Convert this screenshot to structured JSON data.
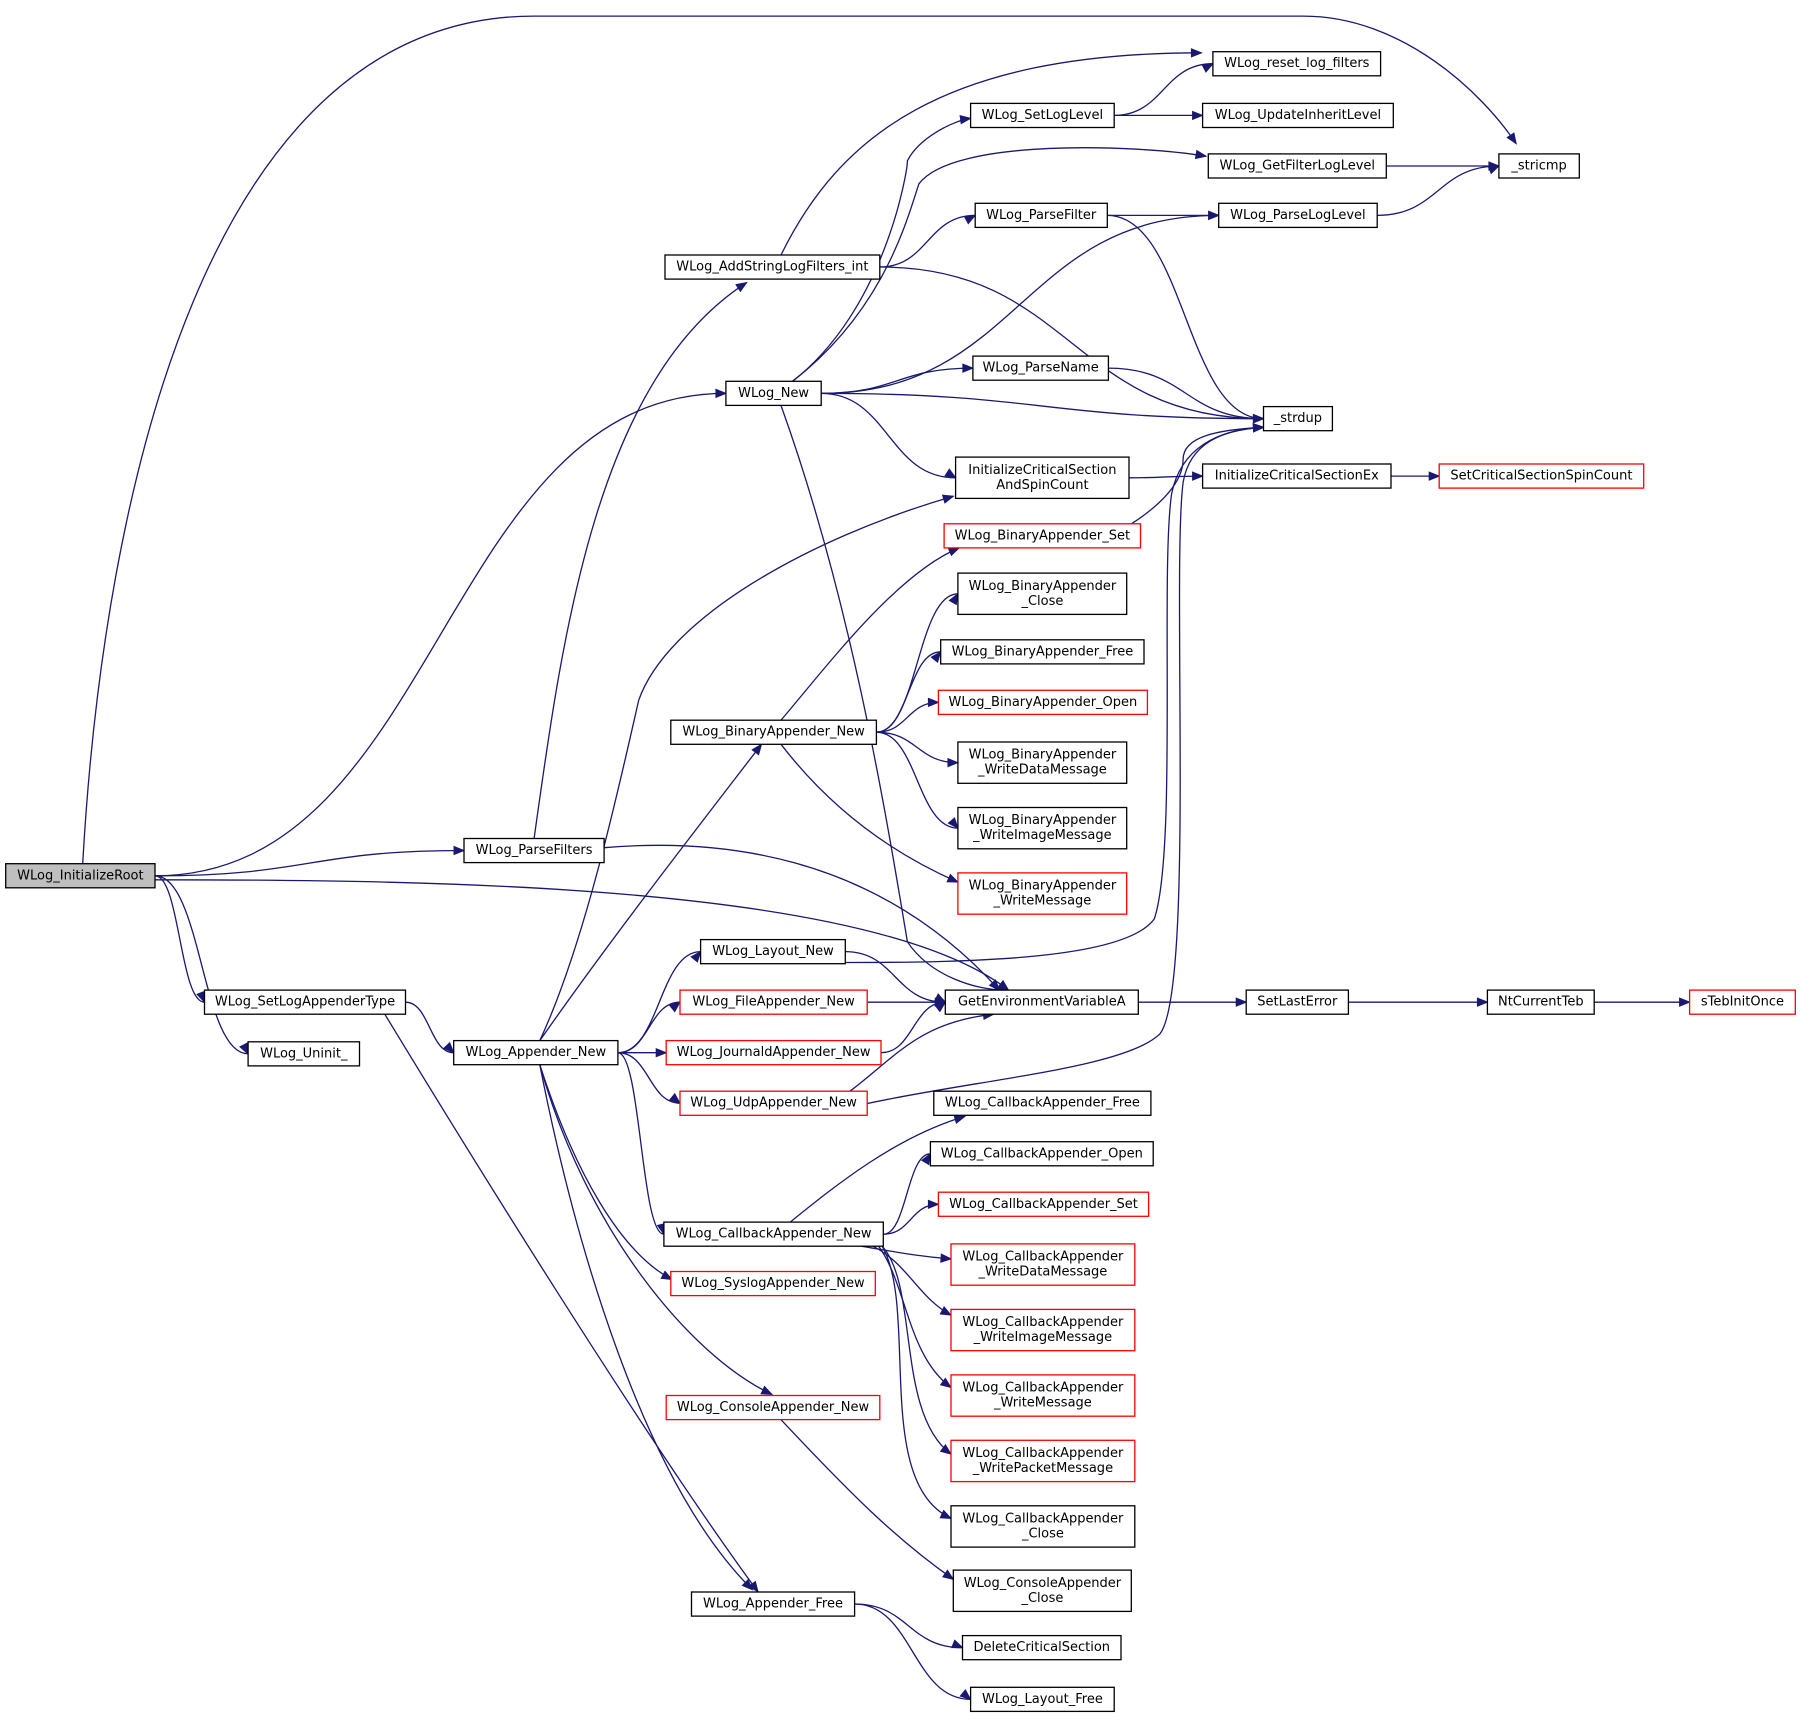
{
  "graph": {
    "style": {
      "edge_color": "#191970",
      "node_border": "#000000",
      "truncated_border": "#ff0000",
      "root_fill": "#bfbfbf"
    },
    "nodes": {
      "root": {
        "label": [
          "WLog_InitializeRoot"
        ],
        "variant": "root"
      },
      "stricmp": {
        "label": [
          "_stricmp"
        ]
      },
      "new": {
        "label": [
          "WLog_New"
        ]
      },
      "parsefilters": {
        "label": [
          "WLog_ParseFilters"
        ]
      },
      "getenv": {
        "label": [
          "GetEnvironmentVariableA"
        ]
      },
      "setlogappendertype": {
        "label": [
          "WLog_SetLogAppenderType"
        ]
      },
      "uninit": {
        "label": [
          "WLog_Uninit_"
        ]
      },
      "addstring": {
        "label": [
          "WLog_AddStringLogFilters_int"
        ]
      },
      "resetfilters": {
        "label": [
          "WLog_reset_log_filters"
        ]
      },
      "parsefilter": {
        "label": [
          "WLog_ParseFilter"
        ]
      },
      "strdup": {
        "label": [
          "_strdup"
        ]
      },
      "setloglevel": {
        "label": [
          "WLog_SetLogLevel"
        ]
      },
      "getfilterloglevel": {
        "label": [
          "WLog_GetFilterLogLevel"
        ]
      },
      "parseloglevel": {
        "label": [
          "WLog_ParseLogLevel"
        ]
      },
      "parsename": {
        "label": [
          "WLog_ParseName"
        ]
      },
      "initcsspin": {
        "label": [
          "InitializeCriticalSection",
          "AndSpinCount"
        ]
      },
      "updateinherit": {
        "label": [
          "WLog_UpdateInheritLevel"
        ]
      },
      "initcsex": {
        "label": [
          "InitializeCriticalSectionEx"
        ]
      },
      "setcsspin": {
        "label": [
          "SetCriticalSectionSpinCount"
        ],
        "variant": "truncated"
      },
      "appendernew": {
        "label": [
          "WLog_Appender_New"
        ]
      },
      "appenderfree": {
        "label": [
          "WLog_Appender_Free"
        ]
      },
      "binnew": {
        "label": [
          "WLog_BinaryAppender_New"
        ]
      },
      "callbacknew": {
        "label": [
          "WLog_CallbackAppender_New"
        ]
      },
      "consolenew": {
        "label": [
          "WLog_ConsoleAppender_New"
        ],
        "variant": "truncated"
      },
      "filenew": {
        "label": [
          "WLog_FileAppender_New"
        ],
        "variant": "truncated"
      },
      "journaldnew": {
        "label": [
          "WLog_JournaldAppender_New"
        ],
        "variant": "truncated"
      },
      "layoutnew": {
        "label": [
          "WLog_Layout_New"
        ]
      },
      "syslognew": {
        "label": [
          "WLog_SyslogAppender_New"
        ],
        "variant": "truncated"
      },
      "udpnew": {
        "label": [
          "WLog_UdpAppender_New"
        ],
        "variant": "truncated"
      },
      "deletecs": {
        "label": [
          "DeleteCriticalSection"
        ]
      },
      "layoutfree": {
        "label": [
          "WLog_Layout_Free"
        ]
      },
      "binset": {
        "label": [
          "WLog_BinaryAppender_Set"
        ],
        "variant": "truncated"
      },
      "binclose": {
        "label": [
          "WLog_BinaryAppender",
          "_Close"
        ]
      },
      "binfree": {
        "label": [
          "WLog_BinaryAppender_Free"
        ]
      },
      "binopen": {
        "label": [
          "WLog_BinaryAppender_Open"
        ],
        "variant": "truncated"
      },
      "binwritedata": {
        "label": [
          "WLog_BinaryAppender",
          "_WriteDataMessage"
        ]
      },
      "binwriteimage": {
        "label": [
          "WLog_BinaryAppender",
          "_WriteImageMessage"
        ]
      },
      "binwritemsg": {
        "label": [
          "WLog_BinaryAppender",
          "_WriteMessage"
        ],
        "variant": "truncated"
      },
      "cbfree": {
        "label": [
          "WLog_CallbackAppender_Free"
        ]
      },
      "cbopen": {
        "label": [
          "WLog_CallbackAppender_Open"
        ]
      },
      "cbset": {
        "label": [
          "WLog_CallbackAppender_Set"
        ],
        "variant": "truncated"
      },
      "cbwritedata": {
        "label": [
          "WLog_CallbackAppender",
          "_WriteDataMessage"
        ],
        "variant": "truncated"
      },
      "cbwriteimage": {
        "label": [
          "WLog_CallbackAppender",
          "_WriteImageMessage"
        ],
        "variant": "truncated"
      },
      "cbwritemsg": {
        "label": [
          "WLog_CallbackAppender",
          "_WriteMessage"
        ],
        "variant": "truncated"
      },
      "cbwritepacket": {
        "label": [
          "WLog_CallbackAppender",
          "_WritePacketMessage"
        ],
        "variant": "truncated"
      },
      "cbclose": {
        "label": [
          "WLog_CallbackAppender",
          "_Close"
        ]
      },
      "consoleclose": {
        "label": [
          "WLog_ConsoleAppender",
          "_Close"
        ]
      },
      "setlasterror": {
        "label": [
          "SetLastError"
        ]
      },
      "ntcurrentteb": {
        "label": [
          "NtCurrentTeb"
        ]
      },
      "stebinit": {
        "label": [
          "sTebInitOnce"
        ],
        "variant": "truncated"
      }
    },
    "edges": [
      {
        "from": "root",
        "to": "stricmp"
      },
      {
        "from": "root",
        "to": "new"
      },
      {
        "from": "root",
        "to": "parsefilters"
      },
      {
        "from": "root",
        "to": "getenv"
      },
      {
        "from": "root",
        "to": "setlogappendertype"
      },
      {
        "from": "root",
        "to": "uninit"
      },
      {
        "from": "new",
        "to": "setloglevel"
      },
      {
        "from": "new",
        "to": "getfilterloglevel"
      },
      {
        "from": "new",
        "to": "parseloglevel"
      },
      {
        "from": "new",
        "to": "parsename"
      },
      {
        "from": "new",
        "to": "strdup"
      },
      {
        "from": "new",
        "to": "initcsspin"
      },
      {
        "from": "new",
        "to": "getenv"
      },
      {
        "from": "setloglevel",
        "to": "resetfilters"
      },
      {
        "from": "setloglevel",
        "to": "updateinherit"
      },
      {
        "from": "getfilterloglevel",
        "to": "stricmp"
      },
      {
        "from": "parseloglevel",
        "to": "stricmp"
      },
      {
        "from": "parsefilter",
        "to": "parseloglevel"
      },
      {
        "from": "parsefilter",
        "to": "strdup"
      },
      {
        "from": "parsename",
        "to": "strdup"
      },
      {
        "from": "addstring",
        "to": "resetfilters"
      },
      {
        "from": "addstring",
        "to": "parsefilter"
      },
      {
        "from": "addstring",
        "to": "strdup"
      },
      {
        "from": "parsefilters",
        "to": "addstring"
      },
      {
        "from": "parsefilters",
        "to": "getenv"
      },
      {
        "from": "initcsspin",
        "to": "initcsex"
      },
      {
        "from": "initcsex",
        "to": "setcsspin"
      },
      {
        "from": "setlogappendertype",
        "to": "appendernew"
      },
      {
        "from": "setlogappendertype",
        "to": "appenderfree"
      },
      {
        "from": "appendernew",
        "to": "initcsspin"
      },
      {
        "from": "appendernew",
        "to": "binnew"
      },
      {
        "from": "appendernew",
        "to": "layoutnew"
      },
      {
        "from": "appendernew",
        "to": "filenew"
      },
      {
        "from": "appendernew",
        "to": "journaldnew"
      },
      {
        "from": "appendernew",
        "to": "udpnew"
      },
      {
        "from": "appendernew",
        "to": "callbacknew"
      },
      {
        "from": "appendernew",
        "to": "syslognew"
      },
      {
        "from": "appendernew",
        "to": "consolenew"
      },
      {
        "from": "appendernew",
        "to": "appenderfree"
      },
      {
        "from": "binnew",
        "to": "binset"
      },
      {
        "from": "binnew",
        "to": "binclose"
      },
      {
        "from": "binnew",
        "to": "binfree"
      },
      {
        "from": "binnew",
        "to": "binopen"
      },
      {
        "from": "binnew",
        "to": "binwritedata"
      },
      {
        "from": "binnew",
        "to": "binwriteimage"
      },
      {
        "from": "binnew",
        "to": "binwritemsg"
      },
      {
        "from": "binset",
        "to": "strdup"
      },
      {
        "from": "layoutnew",
        "to": "strdup"
      },
      {
        "from": "layoutnew",
        "to": "getenv"
      },
      {
        "from": "filenew",
        "to": "getenv"
      },
      {
        "from": "journaldnew",
        "to": "getenv"
      },
      {
        "from": "udpnew",
        "to": "getenv"
      },
      {
        "from": "udpnew",
        "to": "strdup"
      },
      {
        "from": "callbacknew",
        "to": "cbfree"
      },
      {
        "from": "callbacknew",
        "to": "cbopen"
      },
      {
        "from": "callbacknew",
        "to": "cbset"
      },
      {
        "from": "callbacknew",
        "to": "cbwritedata"
      },
      {
        "from": "callbacknew",
        "to": "cbwriteimage"
      },
      {
        "from": "callbacknew",
        "to": "cbwritemsg"
      },
      {
        "from": "callbacknew",
        "to": "cbwritepacket"
      },
      {
        "from": "callbacknew",
        "to": "cbclose"
      },
      {
        "from": "consolenew",
        "to": "consoleclose"
      },
      {
        "from": "appenderfree",
        "to": "deletecs"
      },
      {
        "from": "appenderfree",
        "to": "layoutfree"
      },
      {
        "from": "getenv",
        "to": "setlasterror"
      },
      {
        "from": "setlasterror",
        "to": "ntcurrentteb"
      },
      {
        "from": "ntcurrentteb",
        "to": "stebinit"
      }
    ]
  }
}
